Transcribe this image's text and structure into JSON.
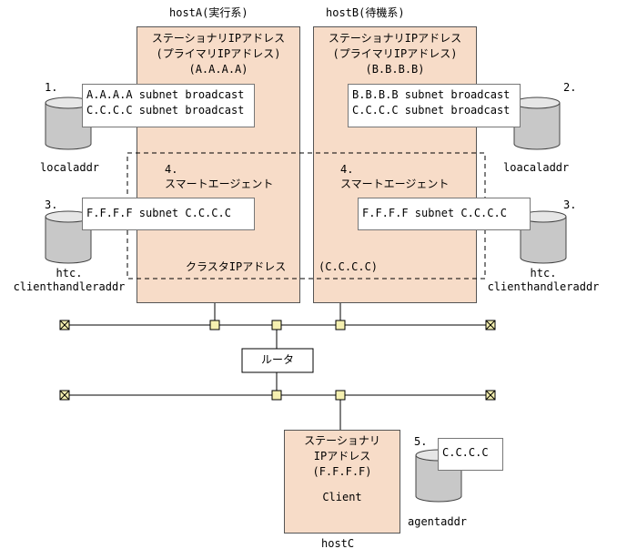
{
  "hostA": {
    "title": "hostA(実行系)",
    "line1": "ステーショナリIPアドレス",
    "line2": "(プライマリIPアドレス)",
    "address": "(A.A.A.A)"
  },
  "hostB": {
    "title": "hostB(待機系)",
    "line1": "ステーショナリIPアドレス",
    "line2": "(プライマリIPアドレス)",
    "address": "(B.B.B.B)"
  },
  "hostC": {
    "line1": "ステーショナリ",
    "line2": "IPアドレス",
    "address": "(F.F.F.F)",
    "client": "Client",
    "name": "hostC"
  },
  "notes": {
    "n1_line1": "A.A.A.A subnet broadcast",
    "n1_line2": "C.C.C.C subnet broadcast",
    "n2_line1": "B.B.B.B subnet broadcast",
    "n2_line2": "C.C.C.C subnet broadcast",
    "n3_left": "F.F.F.F subnet C.C.C.C",
    "n3_right": "F.F.F.F subnet C.C.C.C",
    "n5": "C.C.C.C"
  },
  "numbers": {
    "one": "1.",
    "two": "2.",
    "three_left": "3.",
    "three_right": "3.",
    "four_left": "4.",
    "four_right": "4.",
    "five": "5."
  },
  "agent_label": "スマートエージェント",
  "cluster_label": "クラスタIPアドレス",
  "cluster_address": "(C.C.C.C)",
  "router_label": "ルータ",
  "files": {
    "localaddr": "localaddr",
    "loacaladdr": "loacaladdr",
    "htc_left_1": "htc.",
    "htc_left_2": "clienthandleraddr",
    "htc_right_1": "htc.",
    "htc_right_2": "clienthandleraddr",
    "agentaddr": "agentaddr"
  },
  "colors": {
    "host_fill": "#f7dcc8",
    "node_fill": "#f5f0b0",
    "cylinder_fill": "#c8c8c8"
  }
}
